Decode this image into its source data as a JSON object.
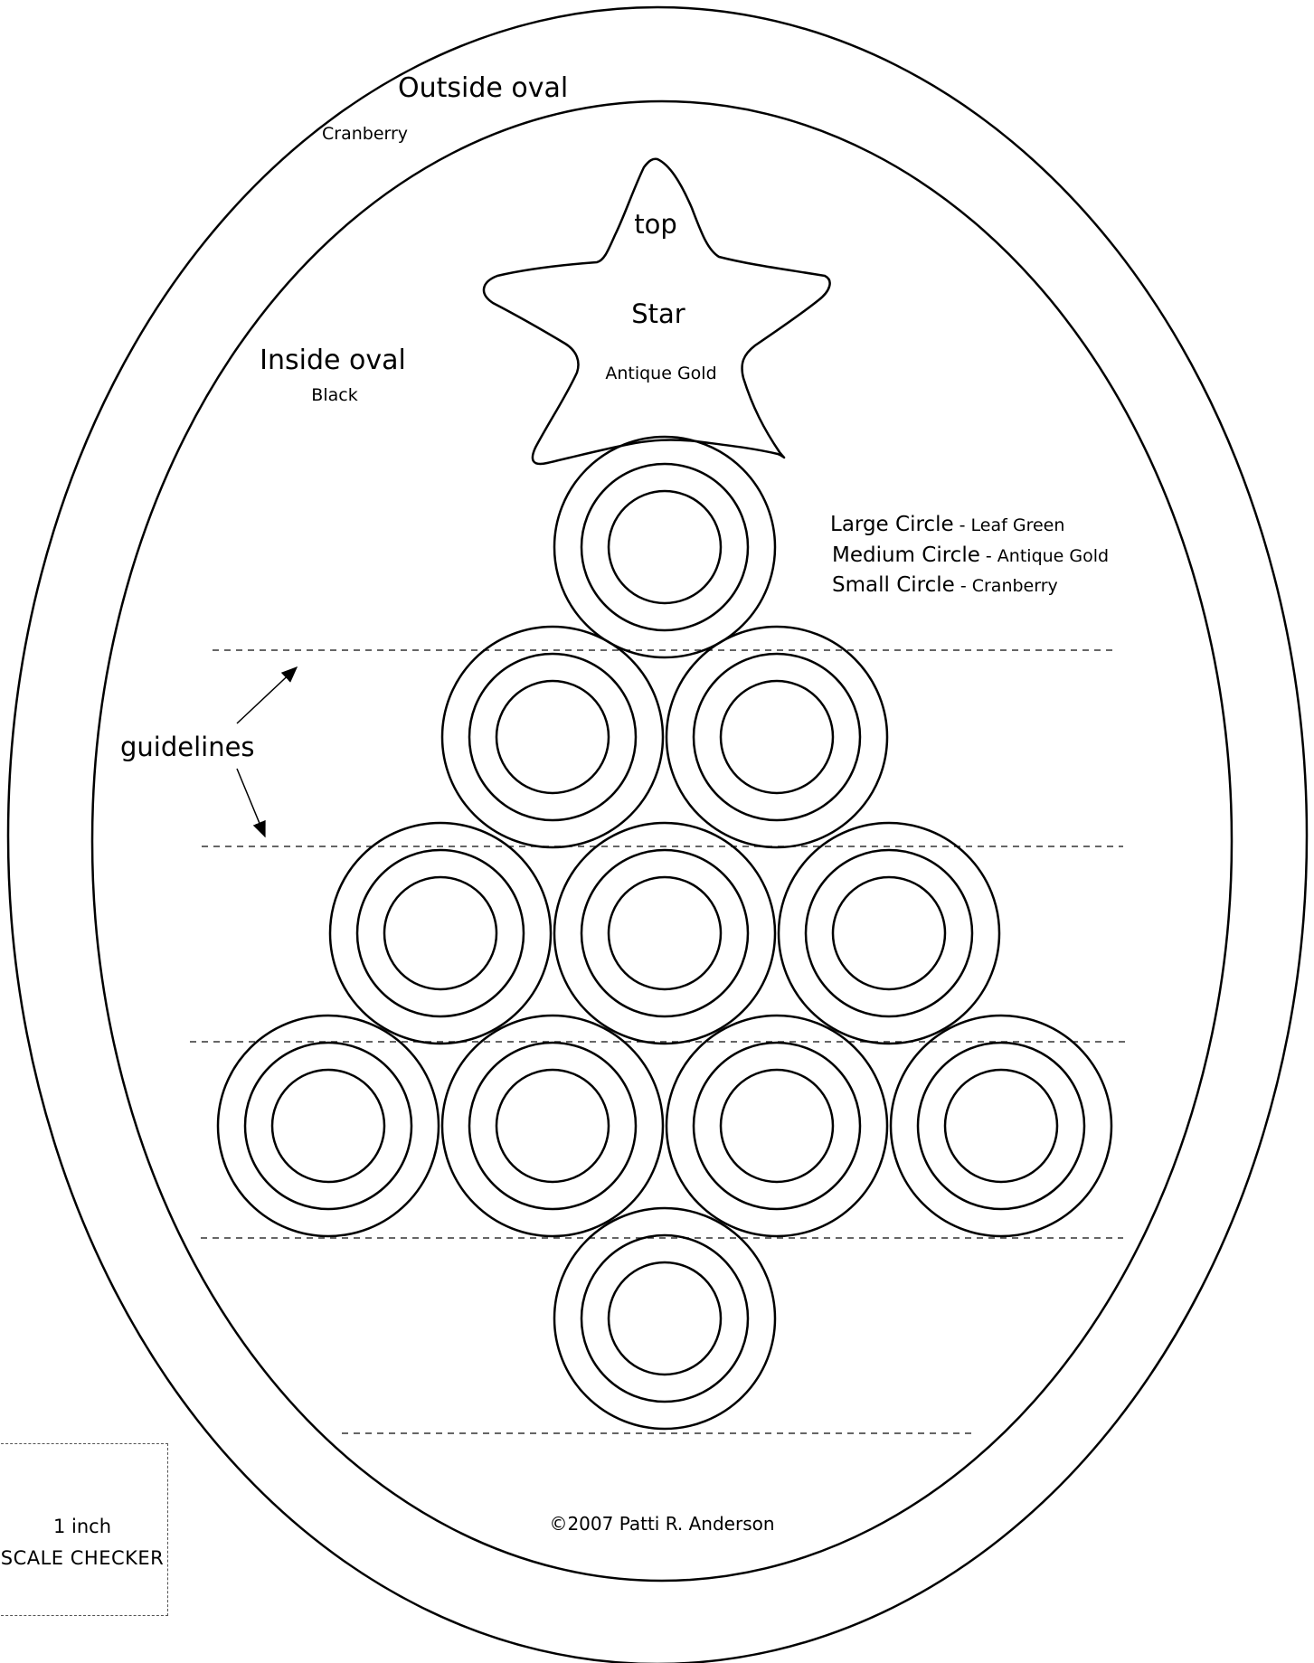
{
  "outside_oval": {
    "label": "Outside oval",
    "color": "Cranberry"
  },
  "inside_oval": {
    "label": "Inside oval",
    "color": "Black"
  },
  "star": {
    "label_top": "top",
    "label": "Star",
    "color": "Antique Gold"
  },
  "legend": [
    {
      "name": "Large Circle",
      "color": " - Leaf Green"
    },
    {
      "name": "Medium Circle",
      "color": " - Antique Gold"
    },
    {
      "name": "Small Circle",
      "color": " - Cranberry"
    }
  ],
  "guidelines_label": "guidelines",
  "copyright": "©2007 Patti R. Anderson",
  "scale_checker": {
    "line1": "1 inch",
    "line2": "SCALE CHECKER"
  },
  "circle_rows": [
    1,
    2,
    3,
    4,
    1
  ]
}
